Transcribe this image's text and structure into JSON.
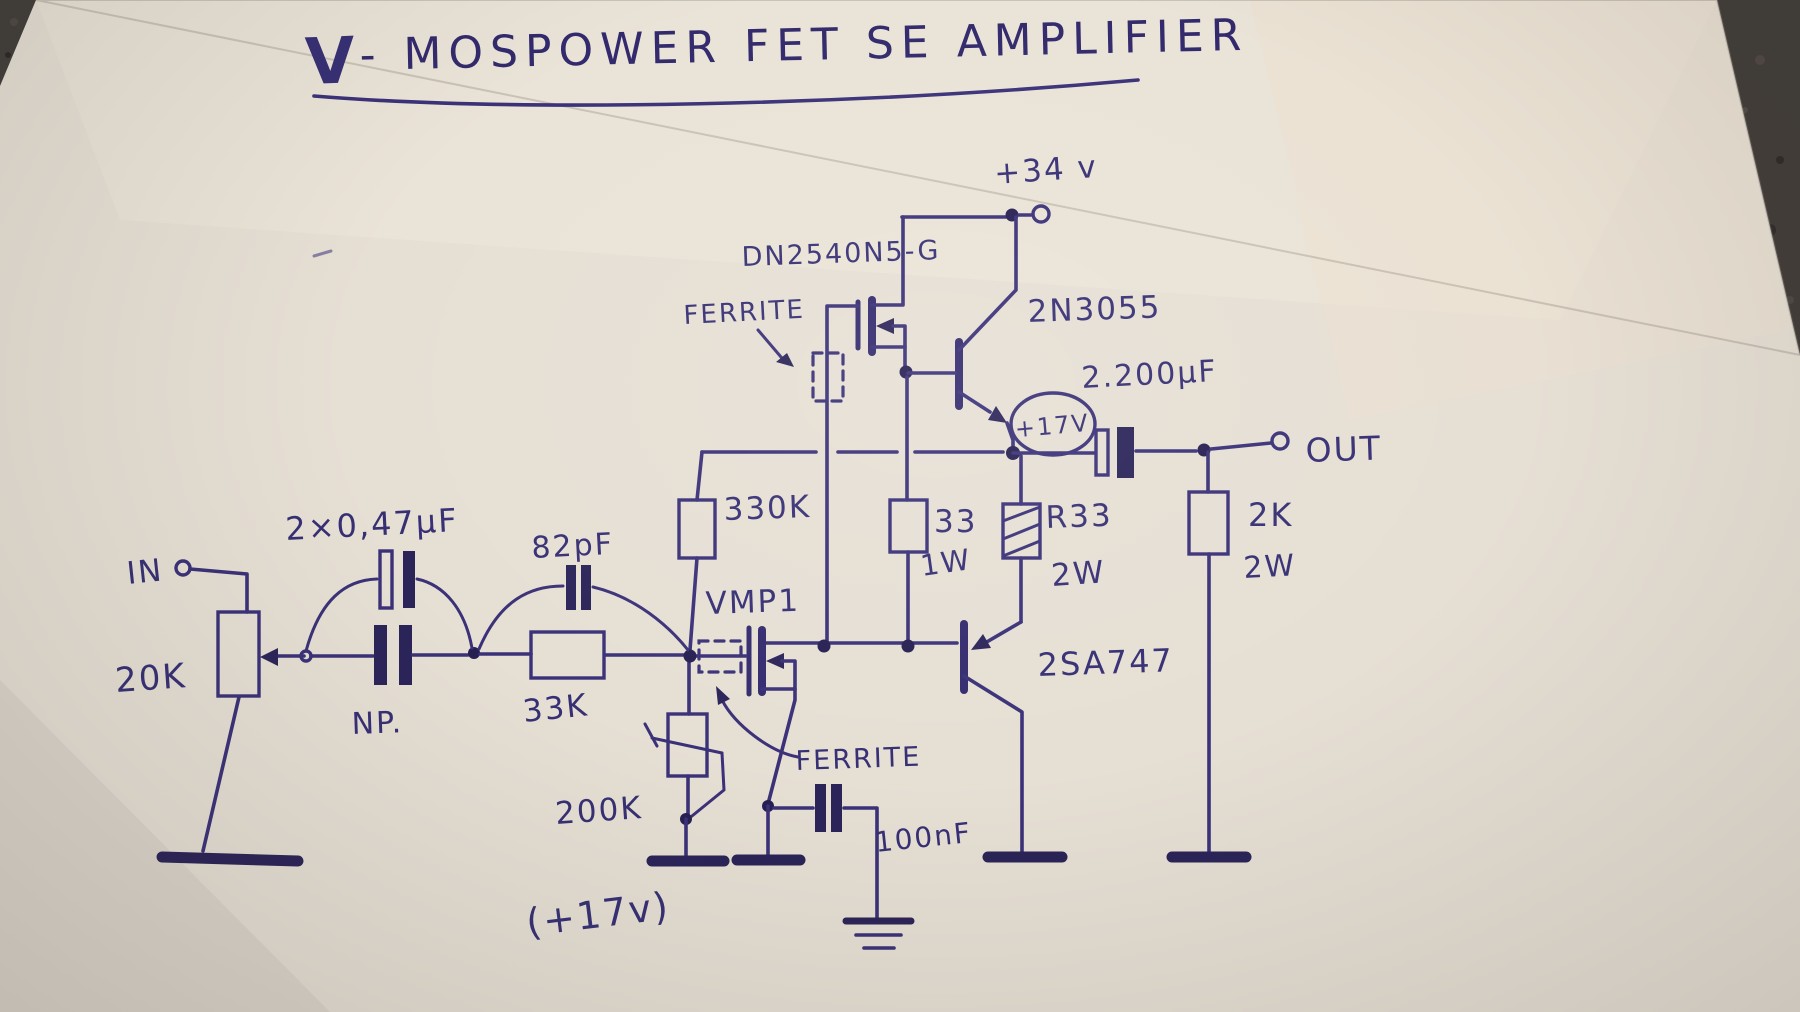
{
  "title": {
    "prefix": "V",
    "text": "- MOSPOWER FET SE AMPLIFIER"
  },
  "labels": {
    "supply": "+34 v",
    "dn2540": "DN2540N5-G",
    "ferrite_top": "FERRITE",
    "q2n3055": "2N3055",
    "cap_output": "2.200µF",
    "bias_17v": "+17V",
    "out": "OUT",
    "r330k": "330K",
    "r33ohm_value": "33",
    "r33ohm_power": "1W",
    "r33_name": "R33",
    "r33_power": "2W",
    "r2k_value": "2K",
    "r2k_power": "2W",
    "cap_input": "2×0,47µF",
    "cap_input_type": "NP.",
    "input": "IN",
    "pot20k": "20K",
    "r33k": "33K",
    "cap82pf": "82pF",
    "vmp1": "VMP1",
    "ferrite_bottom": "FERRITE",
    "pot200k": "200K",
    "cap100nf": "100nF",
    "supply_17v": "(+17v)",
    "q2sa747": "2SA747"
  },
  "colors": {
    "ink": "#38307b",
    "ink_dark": "#2a2357",
    "paper": "#e6dfd4",
    "table": "#3f3a37"
  }
}
